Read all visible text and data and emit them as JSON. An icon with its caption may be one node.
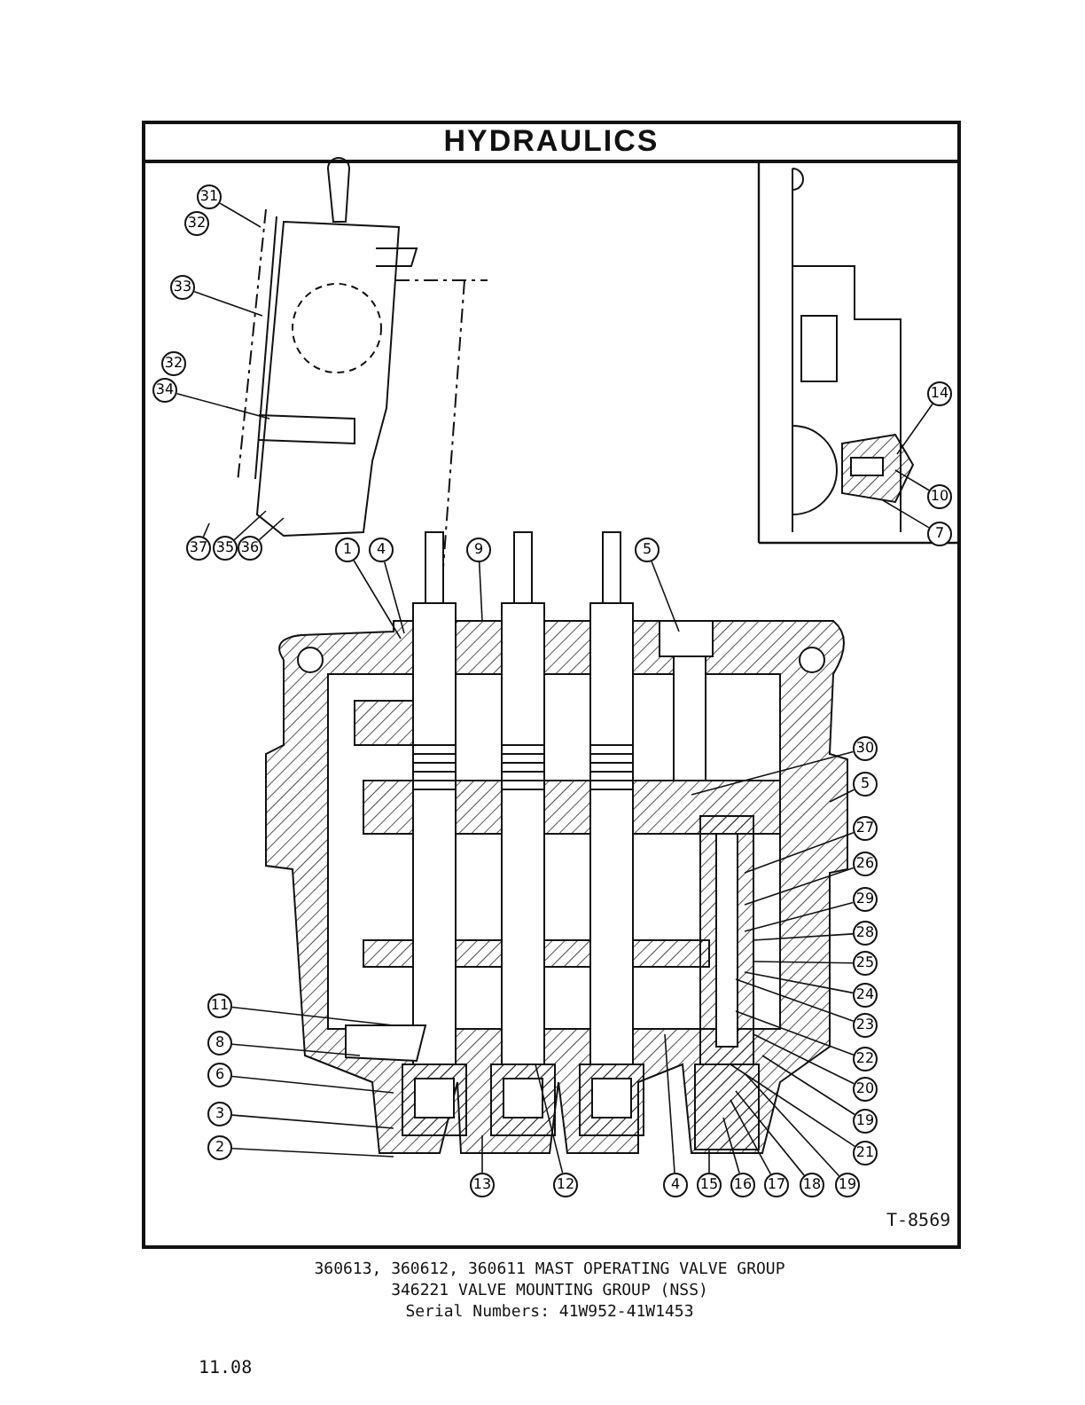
{
  "diagram": {
    "title": "HYDRAULICS",
    "nodes": [
      {
        "text": [
          "31"
        ]
      },
      {
        "text": [
          "32"
        ]
      },
      {
        "text": [
          "33"
        ]
      },
      {
        "text": [
          "32"
        ]
      },
      {
        "text": [
          "34"
        ]
      },
      {
        "text": [
          "37"
        ]
      },
      {
        "text": [
          "35"
        ]
      },
      {
        "text": [
          "36"
        ]
      },
      {
        "text": [
          "14"
        ]
      },
      {
        "text": [
          "10"
        ]
      },
      {
        "text": [
          "7"
        ]
      },
      {
        "text": [
          "1"
        ]
      },
      {
        "text": [
          "4"
        ]
      },
      {
        "text": [
          "9"
        ]
      },
      {
        "text": [
          "5"
        ]
      },
      {
        "text": [
          "30"
        ]
      },
      {
        "text": [
          "5"
        ]
      },
      {
        "text": [
          "27"
        ]
      },
      {
        "text": [
          "26"
        ]
      },
      {
        "text": [
          "29"
        ]
      },
      {
        "text": [
          "28"
        ]
      },
      {
        "text": [
          "25"
        ]
      },
      {
        "text": [
          "24"
        ]
      },
      {
        "text": [
          "23"
        ]
      },
      {
        "text": [
          "22"
        ]
      },
      {
        "text": [
          "20"
        ]
      },
      {
        "text": [
          "19"
        ]
      },
      {
        "text": [
          "21"
        ]
      },
      {
        "text": [
          "11"
        ]
      },
      {
        "text": [
          "8"
        ]
      },
      {
        "text": [
          "6"
        ]
      },
      {
        "text": [
          "3"
        ]
      },
      {
        "text": [
          "2"
        ]
      },
      {
        "text": [
          "13"
        ]
      },
      {
        "text": [
          "12"
        ]
      },
      {
        "text": [
          "4"
        ]
      },
      {
        "text": [
          "15"
        ]
      },
      {
        "text": [
          "16"
        ]
      },
      {
        "text": [
          "17"
        ]
      },
      {
        "text": [
          "18"
        ]
      },
      {
        "text": [
          "19"
        ]
      }
    ],
    "edges": [
      {
        "from": 0,
        "to": null,
        "arrow": "none"
      },
      {
        "from": 2,
        "to": null,
        "arrow": "none"
      },
      {
        "from": 4,
        "to": null,
        "arrow": "none"
      },
      {
        "from": 5,
        "to": null,
        "arrow": "none"
      },
      {
        "from": 6,
        "to": null,
        "arrow": "none"
      },
      {
        "from": 7,
        "to": null,
        "arrow": "none"
      },
      {
        "from": 8,
        "to": null,
        "arrow": "none"
      },
      {
        "from": 9,
        "to": null,
        "arrow": "none"
      },
      {
        "from": 10,
        "to": null,
        "arrow": "none"
      },
      {
        "from": 11,
        "to": null,
        "arrow": "none"
      },
      {
        "from": 12,
        "to": null,
        "arrow": "none"
      },
      {
        "from": 13,
        "to": null,
        "arrow": "none"
      },
      {
        "from": 14,
        "to": null,
        "arrow": "none"
      },
      {
        "from": 15,
        "to": null,
        "arrow": "none"
      },
      {
        "from": 16,
        "to": null,
        "arrow": "none"
      },
      {
        "from": 17,
        "to": null,
        "arrow": "none"
      },
      {
        "from": 18,
        "to": null,
        "arrow": "none"
      },
      {
        "from": 19,
        "to": null,
        "arrow": "none"
      },
      {
        "from": 20,
        "to": null,
        "arrow": "none"
      },
      {
        "from": 21,
        "to": null,
        "arrow": "none"
      },
      {
        "from": 22,
        "to": null,
        "arrow": "none"
      },
      {
        "from": 23,
        "to": null,
        "arrow": "none"
      },
      {
        "from": 24,
        "to": null,
        "arrow": "none"
      },
      {
        "from": 25,
        "to": null,
        "arrow": "none"
      },
      {
        "from": 26,
        "to": null,
        "arrow": "none"
      },
      {
        "from": 27,
        "to": null,
        "arrow": "none"
      },
      {
        "from": 28,
        "to": null,
        "arrow": "none"
      },
      {
        "from": 29,
        "to": null,
        "arrow": "none"
      },
      {
        "from": 30,
        "to": null,
        "arrow": "none"
      },
      {
        "from": 31,
        "to": null,
        "arrow": "none"
      },
      {
        "from": 32,
        "to": null,
        "arrow": "none"
      },
      {
        "from": 33,
        "to": null,
        "arrow": "none"
      },
      {
        "from": 34,
        "to": null,
        "arrow": "none"
      },
      {
        "from": 35,
        "to": null,
        "arrow": "none"
      },
      {
        "from": 36,
        "to": null,
        "arrow": "none"
      },
      {
        "from": 37,
        "to": null,
        "arrow": "none"
      },
      {
        "from": 38,
        "to": null,
        "arrow": "none"
      },
      {
        "from": 39,
        "to": null,
        "arrow": "none"
      },
      {
        "from": 40,
        "to": null,
        "arrow": "none"
      }
    ],
    "labels": [
      "T-8569",
      "360613, 360612, 360611 MAST OPERATING VALVE GROUP",
      "346221 VALVE MOUNTING GROUP (NSS)",
      "Serial Numbers: 41W952-41W1453",
      "11.08"
    ]
  }
}
